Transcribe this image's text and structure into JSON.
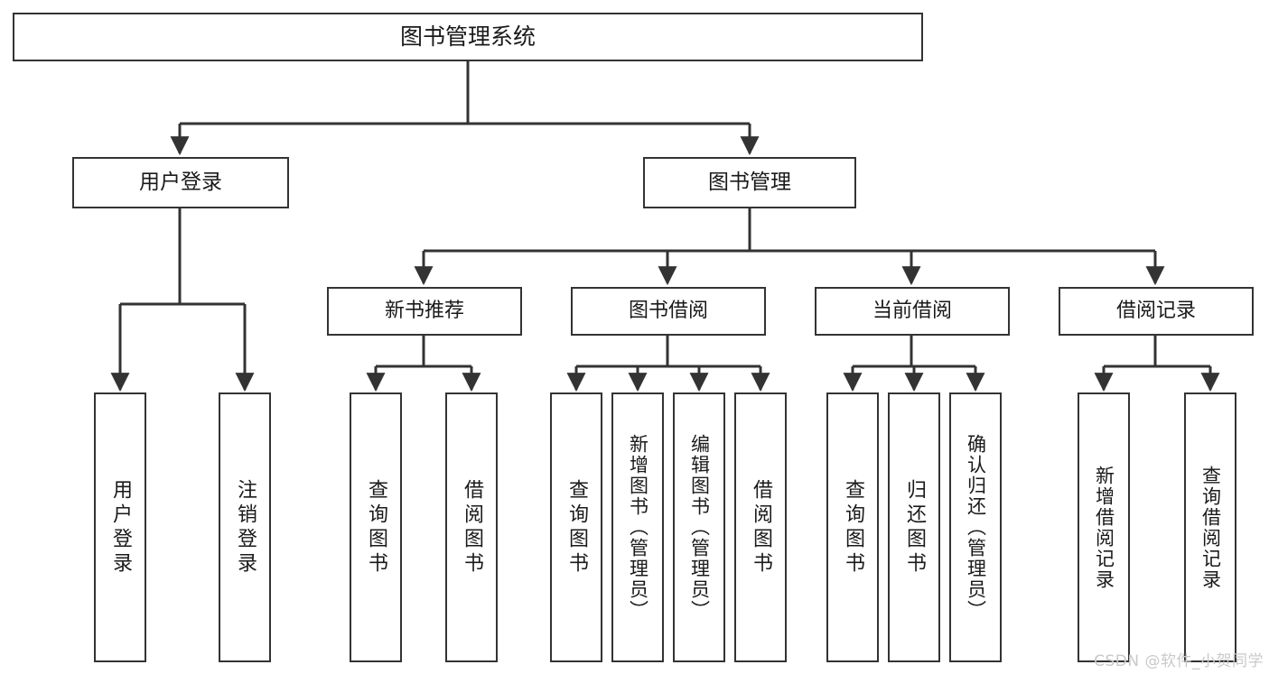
{
  "diagram": {
    "title": "图书管理系统",
    "type": "tree-hierarchy-diagram",
    "colors": {
      "box_border": "#333333",
      "box_fill": "#ffffff",
      "edge": "#333333",
      "text": "#1a1a1a",
      "watermark": "#c9c9c9",
      "background": "#ffffff"
    },
    "root": {
      "label": "图书管理系统"
    },
    "level1": [
      {
        "label": "用户登录"
      },
      {
        "label": "图书管理"
      }
    ],
    "level2": [
      {
        "label": "新书推荐"
      },
      {
        "label": "图书借阅"
      },
      {
        "label": "当前借阅"
      },
      {
        "label": "借阅记录"
      }
    ],
    "leaves": {
      "user_login": [
        {
          "label": "用户登录"
        },
        {
          "label": "注销登录"
        }
      ],
      "new_book_recommend": [
        {
          "label": "查询图书"
        },
        {
          "label": "借阅图书"
        }
      ],
      "book_borrow": [
        {
          "label": "查询图书"
        },
        {
          "label": "新增图书（管理员）"
        },
        {
          "label": "编辑图书（管理员）"
        },
        {
          "label": "借阅图书"
        }
      ],
      "current_borrow": [
        {
          "label": "查询图书"
        },
        {
          "label": "归还图书"
        },
        {
          "label": "确认归还（管理员）"
        }
      ],
      "borrow_record": [
        {
          "label": "新增借阅记录"
        },
        {
          "label": "查询借阅记录"
        }
      ]
    }
  },
  "watermark": {
    "text": "CSDN @软件_小贺同学"
  }
}
